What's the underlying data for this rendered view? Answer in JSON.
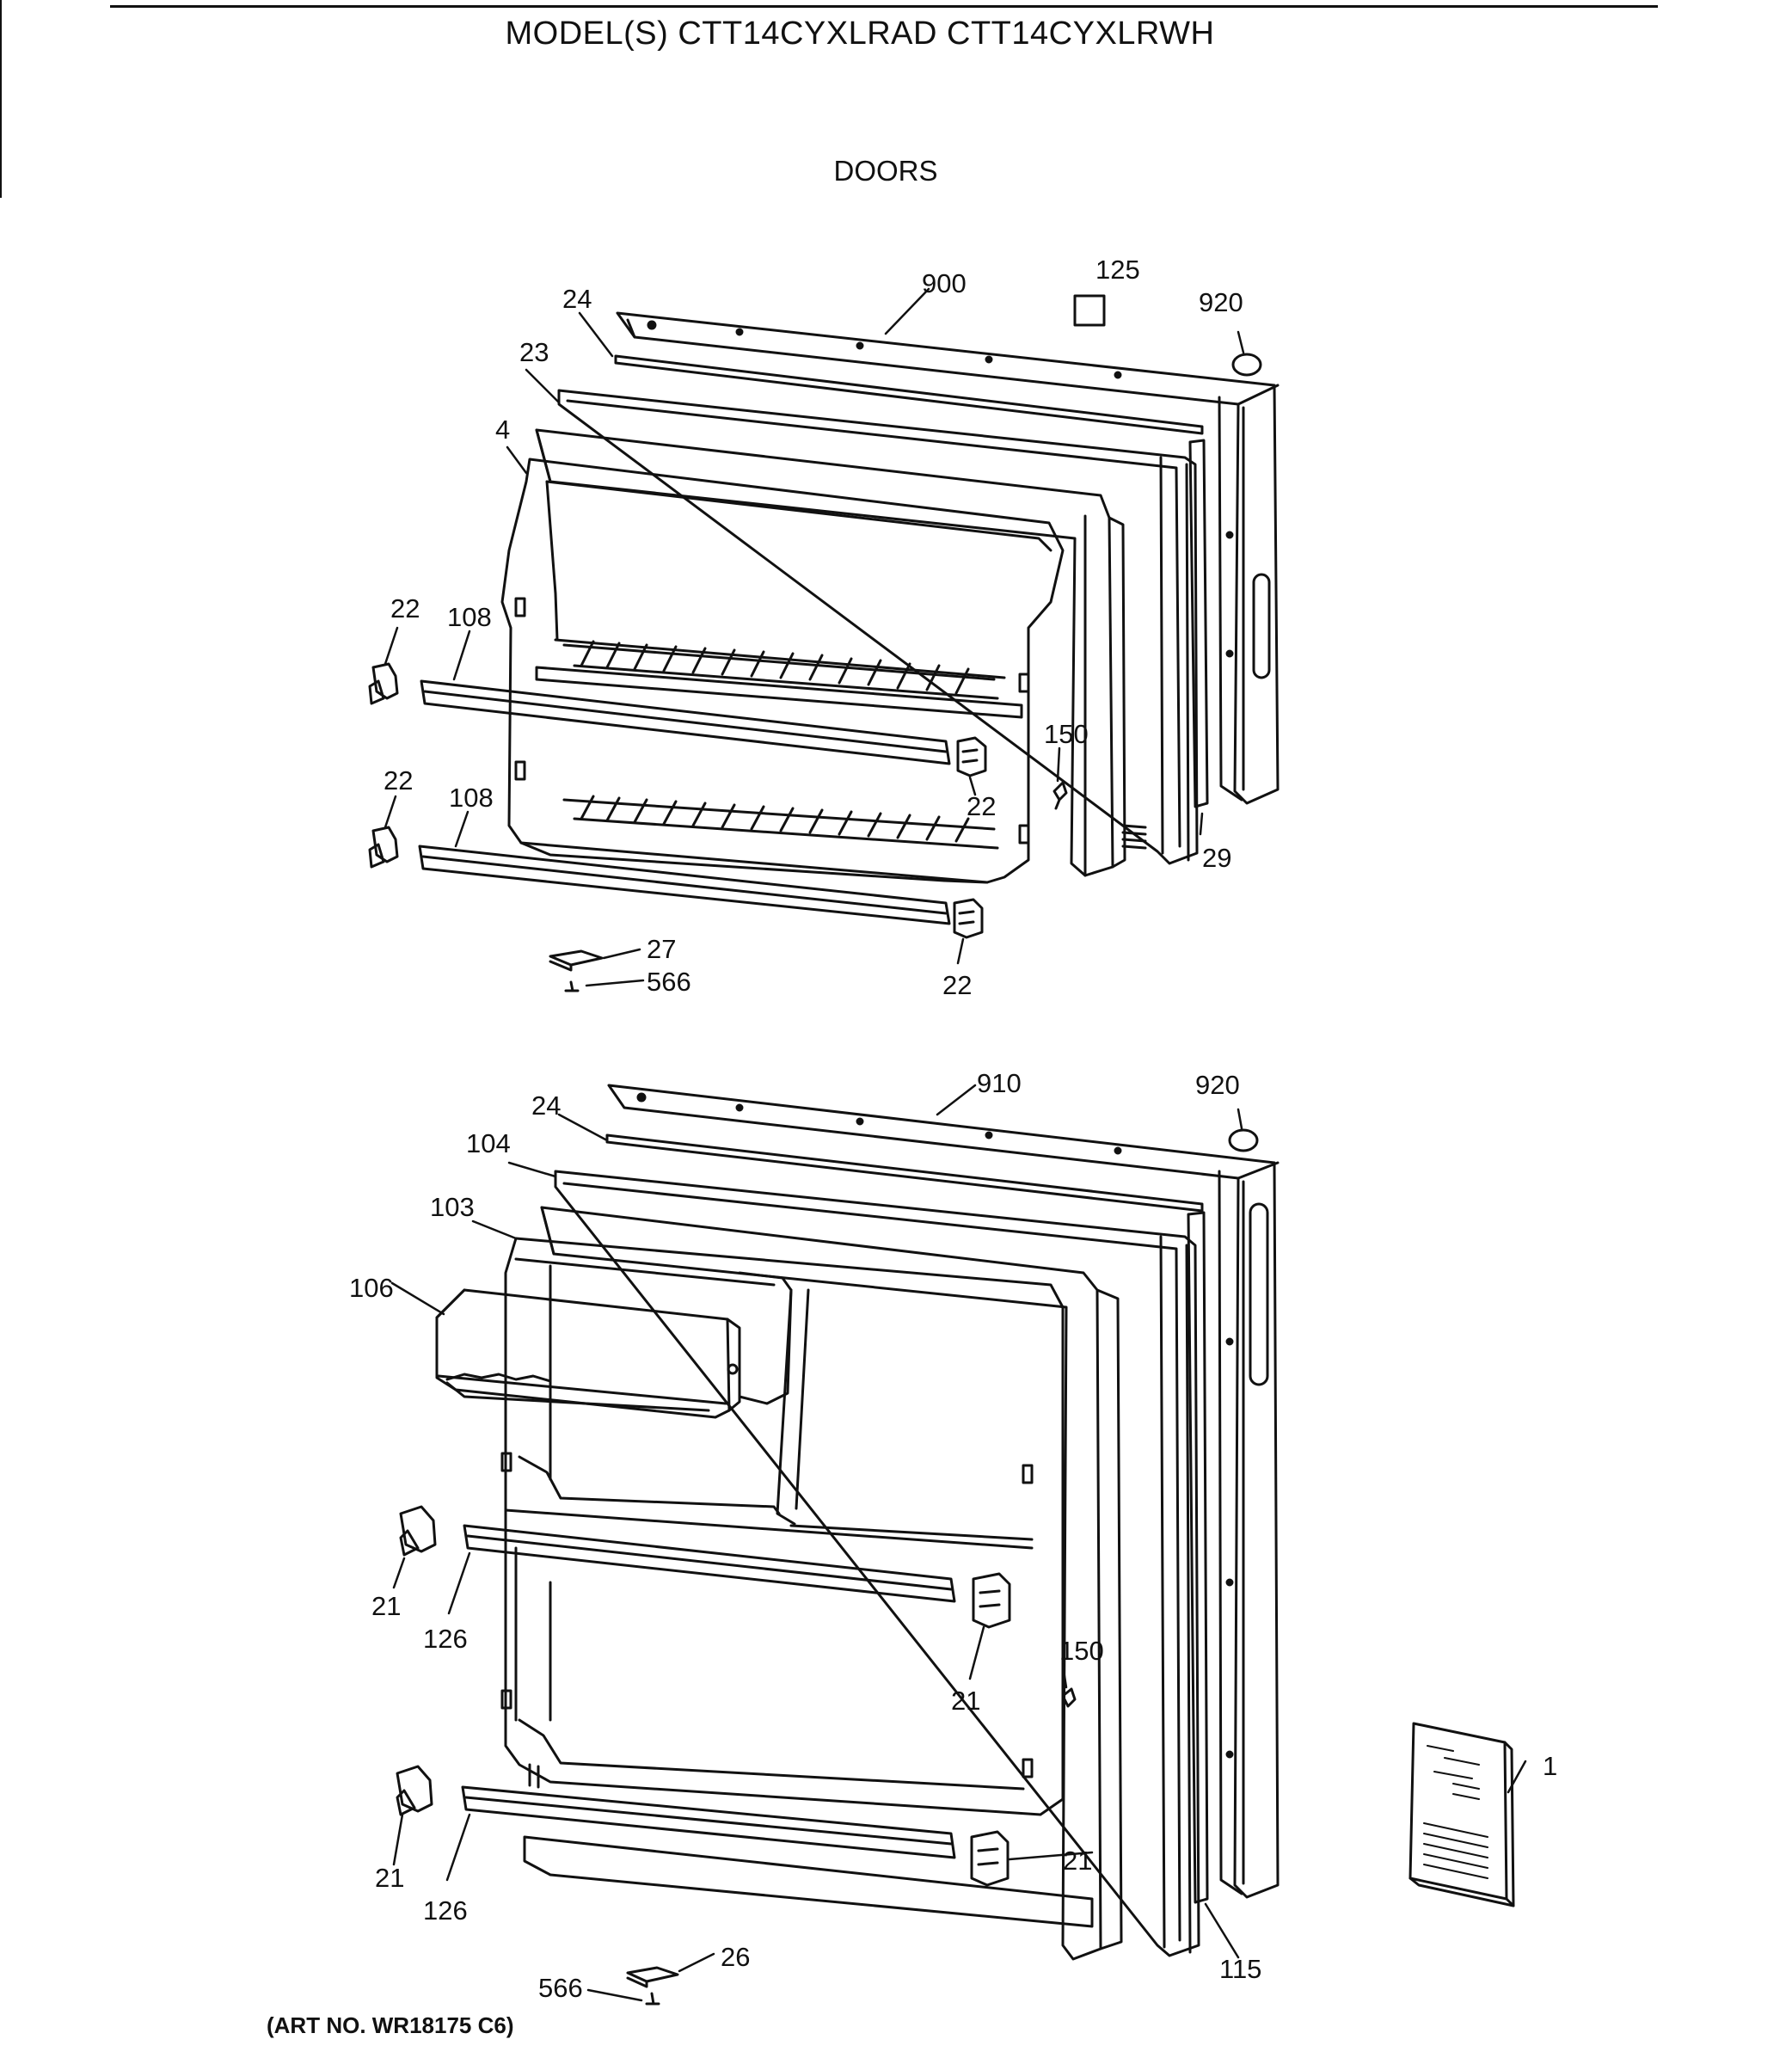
{
  "header": {
    "title": "MODEL(S) CTT14CYXLRAD  CTT14CYXLRWH",
    "section": "DOORS",
    "art_no": "(ART NO. WR18175 C6)"
  },
  "booklet": {
    "text_lines": [
      "",
      "",
      "",
      "",
      ""
    ]
  },
  "callouts": {
    "freezer_door": {
      "c900": "900",
      "c125": "125",
      "c920": "920",
      "c24": "24",
      "c23": "23",
      "c4": "4",
      "c22a": "22",
      "c108a": "108",
      "c150": "150",
      "c22b": "22",
      "c22c": "22",
      "c108b": "108",
      "c29": "29",
      "c27": "27",
      "c566": "566",
      "c22d": "22"
    },
    "fresh_food_door": {
      "c910": "910",
      "c920": "920",
      "c24": "24",
      "c104": "104",
      "c103": "103",
      "c106": "106",
      "c21a": "21",
      "c126a": "126",
      "c21b": "21",
      "c150": "150",
      "c1": "1",
      "c21c": "21",
      "c126b": "126",
      "c21d": "21",
      "c115": "115",
      "c26": "26",
      "c566": "566"
    }
  }
}
